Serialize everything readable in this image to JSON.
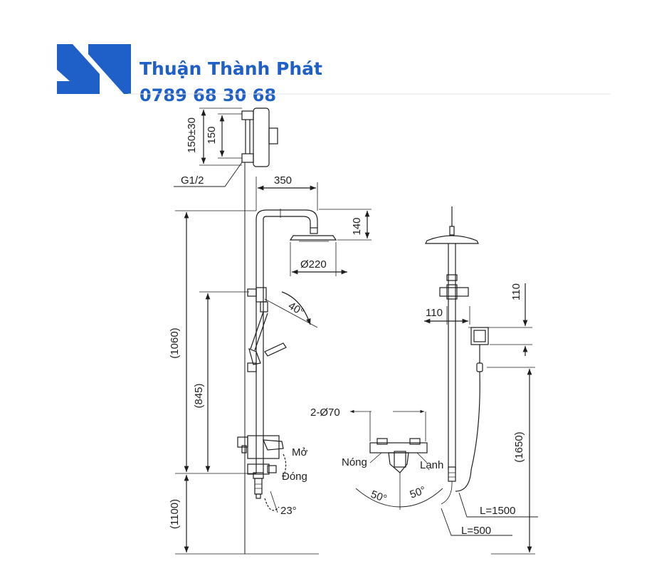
{
  "brand": {
    "name": "Thuận Thành Phát",
    "phone": "0789 68 30 68",
    "color": "#1f5fc8"
  },
  "dims": {
    "d150_30": "150±30",
    "d150": "150",
    "g12": "G1/2",
    "d350": "350",
    "d140": "140",
    "d220": "Ø220",
    "a40": "40°",
    "d1060": "(1060)",
    "d845": "(845)",
    "d1100": "(1100)",
    "a23": "23°",
    "d110v": "110",
    "d110h": "110",
    "d1650": "(1650)",
    "d2x70": "2-Ø70",
    "a50l": "50°",
    "a50r": "50°",
    "l1500": "L=1500",
    "l500": "L=500"
  },
  "labels": {
    "mo": "Mở",
    "dong": "Đóng",
    "nong": "Nóng",
    "lanh": "Lạnh"
  }
}
